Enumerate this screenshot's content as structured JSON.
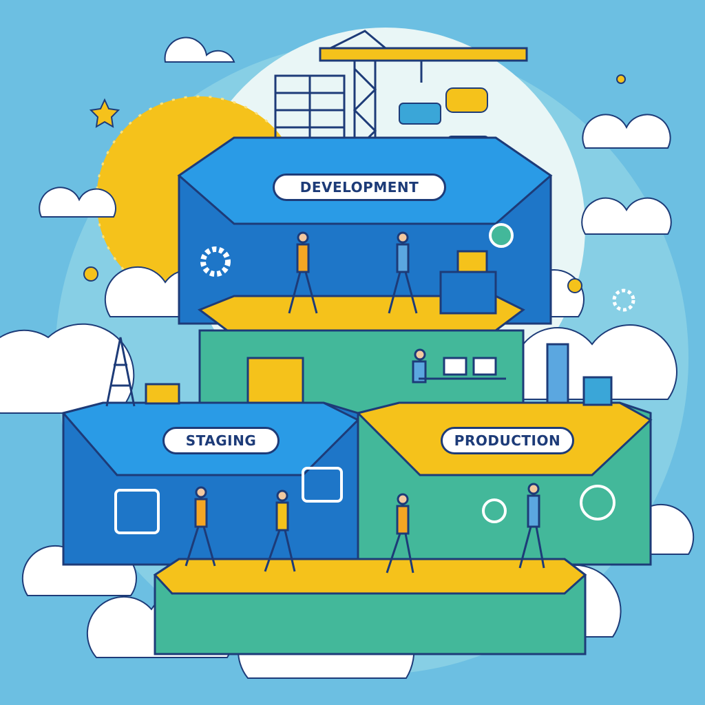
{
  "stages": [
    {
      "label": "DEVELOPMENT"
    },
    {
      "label": "STAGING"
    },
    {
      "label": "PRODUCTION"
    }
  ],
  "colors": {
    "background": "#6cbfe2",
    "platform_blue": "#1f8fe0",
    "platform_yellow": "#f5c21b",
    "wall_green": "#43b89a",
    "outline": "#1d3b78"
  }
}
